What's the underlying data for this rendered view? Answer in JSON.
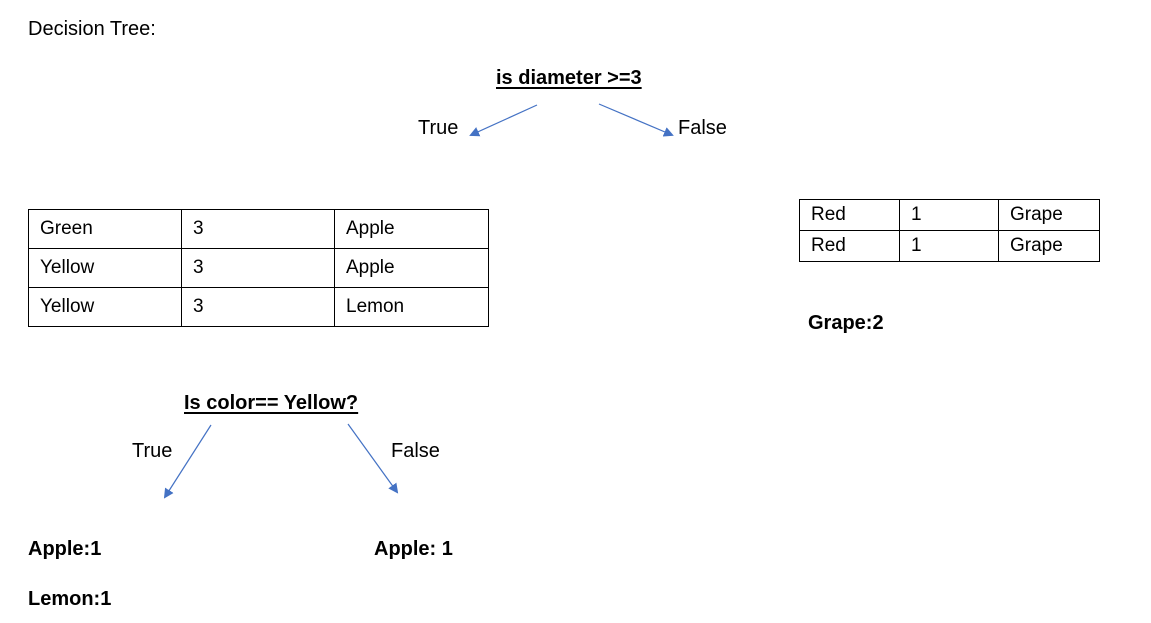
{
  "heading": "Decision Tree:",
  "root": {
    "question": "is diameter >=3",
    "true_label": "True",
    "false_label": "False"
  },
  "left_table": {
    "rows": [
      [
        "Green",
        "3",
        "Apple"
      ],
      [
        "Yellow",
        "3",
        "Apple"
      ],
      [
        "Yellow",
        "3",
        "Lemon"
      ]
    ]
  },
  "right_table": {
    "rows": [
      [
        "Red",
        "1",
        "Grape"
      ],
      [
        "Red",
        "1",
        "Grape"
      ]
    ]
  },
  "right_leaf": "Grape:2",
  "child": {
    "question": "Is color== Yellow?",
    "true_label": "True",
    "false_label": "False"
  },
  "left_leaf": {
    "line1": "Apple:1",
    "line2": "Lemon:1"
  },
  "middle_leaf": "Apple: 1",
  "colors": {
    "arrow": "#4472C4",
    "text": "#000000",
    "border": "#000000"
  }
}
